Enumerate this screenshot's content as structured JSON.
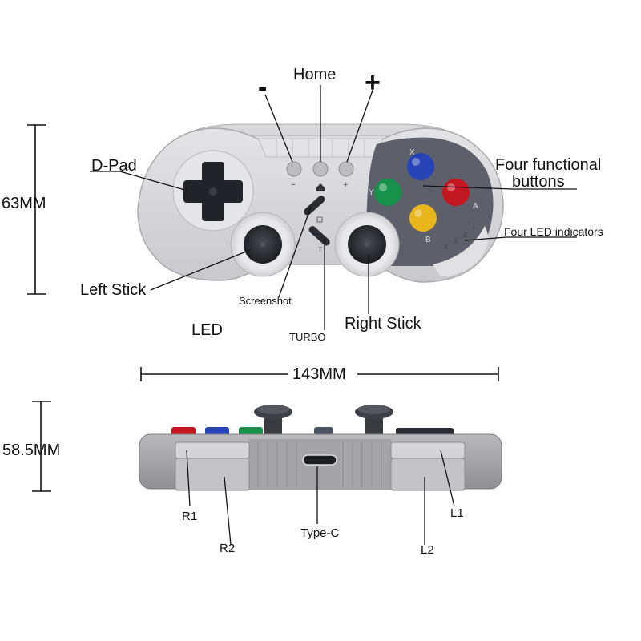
{
  "front": {
    "labels": {
      "minus": "-",
      "home": "Home",
      "plus": "+",
      "dpad": "D-Pad",
      "face_buttons_line1": "Four functional",
      "face_buttons_line2": "buttons",
      "led_indicators": "Four LED indicators",
      "left_stick": "Left Stick",
      "screenshot": "Screenshot",
      "led": "LED",
      "turbo": "TURBO",
      "right_stick": "Right Stick"
    },
    "height_dimension": "63MM",
    "button_letters": {
      "x": "X",
      "a": "A",
      "y": "Y",
      "b": "B"
    },
    "small_marks": {
      "minus": "−",
      "plus": "+",
      "turbo": "T"
    },
    "led_numbers": [
      "1",
      "2",
      "3",
      "4"
    ]
  },
  "back": {
    "width_dimension": "143MM",
    "height_dimension": "58.5MM",
    "labels": {
      "r1": "R1",
      "r2": "R2",
      "type_c": "Type-C",
      "l1": "L1",
      "l2": "L2"
    }
  },
  "colors": {
    "body_gray": "#d6d6d9",
    "dark_panel": "#5d5f6b",
    "button_blue": "#2643b8",
    "button_red": "#c2171f",
    "button_green": "#17924a",
    "button_yellow": "#e8b51a",
    "stick_dark": "#2b2c31"
  }
}
